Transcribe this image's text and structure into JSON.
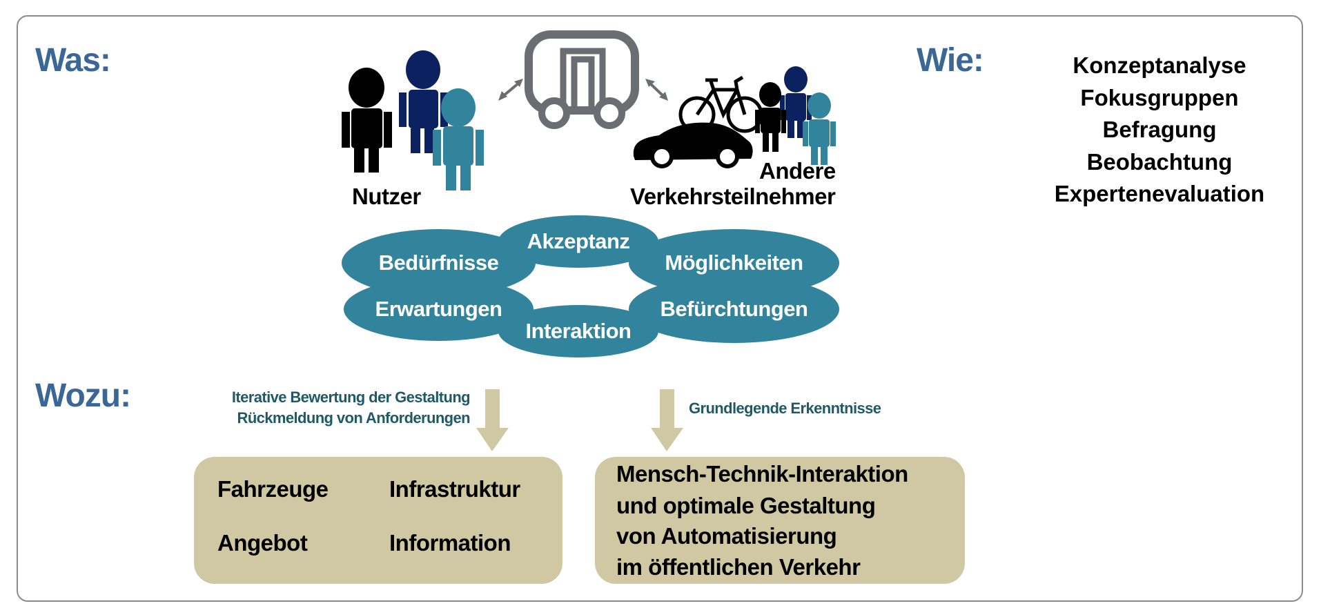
{
  "headings": {
    "was": "Was:",
    "wie": "Wie:",
    "wozu": "Wozu:"
  },
  "actors": {
    "users": "Nutzer",
    "others_line1": "Andere",
    "others_line2": "Verkehrsteilnehmer"
  },
  "methods": [
    "Konzeptanalyse",
    "Fokusgruppen",
    "Befragung",
    "Beobachtung",
    "Expertenevaluation"
  ],
  "aspects": {
    "akzeptanz": "Akzeptanz",
    "beduerfnisse": "Bedürfnisse",
    "moeglichkeiten": "Möglichkeiten",
    "erwartungen": "Erwartungen",
    "befuerchtungen": "Befürchtungen",
    "interaktion": "Interaktion"
  },
  "purposes": {
    "left_line1": "Iterative Bewertung der Gestaltung",
    "left_line2": "Rückmeldung von Anforderungen",
    "right": "Grundlegende Erkenntnisse"
  },
  "box_left": {
    "items": [
      "Fahrzeuge",
      "Infrastruktur",
      "Angebot",
      "Information"
    ]
  },
  "box_right": {
    "lines": [
      "Mensch-Technik-Interaktion",
      "und optimale Gestaltung",
      "von Automatisierung",
      "im öffentlichen Verkehr"
    ]
  },
  "colors": {
    "heading": "#3a6796",
    "bubble": "#32849c",
    "box": "#cfc8a2",
    "navy": "#0c2160",
    "vehicle": "#6a6e72"
  }
}
